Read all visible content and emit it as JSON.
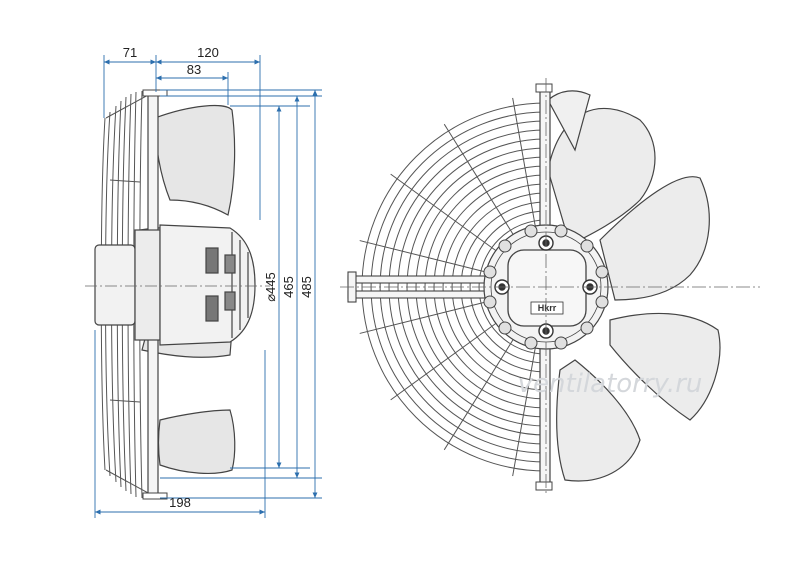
{
  "dimensions": {
    "top_overall": "71",
    "top_depth": "120",
    "top_inner": "83",
    "bottom_depth": "198",
    "diameter_445": "⌀445",
    "height_465": "465",
    "height_485": "485"
  },
  "badge": "Hkrr",
  "watermark": "ventilatorry.ru",
  "colors": {
    "line": "#444444",
    "dimension": "#2c6fae",
    "centerline": "#666666",
    "blade_fill": "#e6e6e6",
    "motor_fill": "#f2f2f2"
  }
}
